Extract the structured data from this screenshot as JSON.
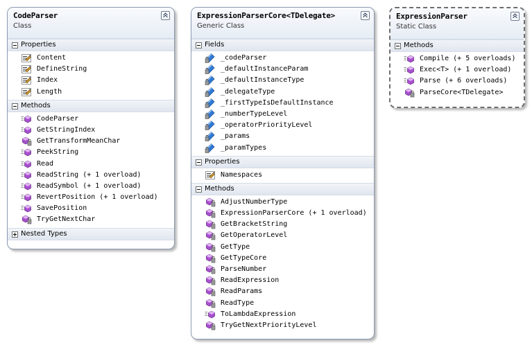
{
  "colors": {
    "method_icon": "#a94fd0",
    "field_icon": "#2f7ad6",
    "property_icon": "#c7952b",
    "border": "#8a9ab0",
    "header": "#e7edf5"
  },
  "code_parser": {
    "title": "CodeParser",
    "kind": "Class",
    "properties_label": "Properties",
    "properties": [
      {
        "name": "Content",
        "icon": "property-icon"
      },
      {
        "name": "DefineString",
        "icon": "property-icon"
      },
      {
        "name": "Index",
        "icon": "property-icon"
      },
      {
        "name": "Length",
        "icon": "property-icon"
      }
    ],
    "methods_label": "Methods",
    "methods": [
      {
        "name": "CodeParser",
        "icon": "method-icon"
      },
      {
        "name": "GetStringIndex",
        "icon": "method-icon"
      },
      {
        "name": "GetTransformMeanChar",
        "icon": "private-method-icon"
      },
      {
        "name": "PeekString",
        "icon": "method-icon"
      },
      {
        "name": "Read",
        "icon": "method-icon"
      },
      {
        "name": "ReadString (+ 1 overload)",
        "icon": "method-icon"
      },
      {
        "name": "ReadSymbol (+ 1 overload)",
        "icon": "method-icon"
      },
      {
        "name": "RevertPosition (+ 1 overload)",
        "icon": "method-icon"
      },
      {
        "name": "SavePosition",
        "icon": "method-icon"
      },
      {
        "name": "TryGetNextChar",
        "icon": "private-method-icon"
      }
    ],
    "nested_label": "Nested Types"
  },
  "expression_parser_core": {
    "title": "ExpressionParserCore<TDelegate>",
    "kind": "Generic Class",
    "fields_label": "Fields",
    "fields": [
      {
        "name": "_codeParser",
        "icon": "field-icon"
      },
      {
        "name": "_defaultInstanceParam",
        "icon": "field-icon"
      },
      {
        "name": "_defaultInstanceType",
        "icon": "field-icon"
      },
      {
        "name": "_delegateType",
        "icon": "field-icon"
      },
      {
        "name": "_firstTypeIsDefaultInstance",
        "icon": "field-icon"
      },
      {
        "name": "_numberTypeLevel",
        "icon": "field-icon"
      },
      {
        "name": "_operatorPriorityLevel",
        "icon": "field-icon"
      },
      {
        "name": "_params",
        "icon": "field-icon"
      },
      {
        "name": "_paramTypes",
        "icon": "field-icon"
      }
    ],
    "properties_label": "Properties",
    "properties": [
      {
        "name": "Namespaces",
        "icon": "property-icon"
      }
    ],
    "methods_label": "Methods",
    "methods": [
      {
        "name": "AdjustNumberType",
        "icon": "private-method-icon"
      },
      {
        "name": "ExpressionParserCore (+ 1 overload)",
        "icon": "private-method-icon"
      },
      {
        "name": "GetBracketString",
        "icon": "private-method-icon"
      },
      {
        "name": "GetOperatorLevel",
        "icon": "private-method-icon"
      },
      {
        "name": "GetType",
        "icon": "private-method-icon"
      },
      {
        "name": "GetTypeCore",
        "icon": "private-method-icon"
      },
      {
        "name": "ParseNumber",
        "icon": "private-method-icon"
      },
      {
        "name": "ReadExpression",
        "icon": "private-method-icon"
      },
      {
        "name": "ReadParams",
        "icon": "private-method-icon"
      },
      {
        "name": "ReadType",
        "icon": "private-method-icon"
      },
      {
        "name": "ToLambdaExpression",
        "icon": "method-icon"
      },
      {
        "name": "TryGetNextPriorityLevel",
        "icon": "private-method-icon"
      }
    ]
  },
  "expression_parser": {
    "title": "ExpressionParser",
    "kind": "Static Class",
    "methods_label": "Methods",
    "methods": [
      {
        "name": "Compile (+ 5 overloads)",
        "icon": "method-icon"
      },
      {
        "name": "Exec<T> (+ 1 overload)",
        "icon": "method-icon"
      },
      {
        "name": "Parse (+ 6 overloads)",
        "icon": "method-icon"
      },
      {
        "name": "ParseCore<TDelegate>",
        "icon": "private-method-icon"
      }
    ]
  }
}
